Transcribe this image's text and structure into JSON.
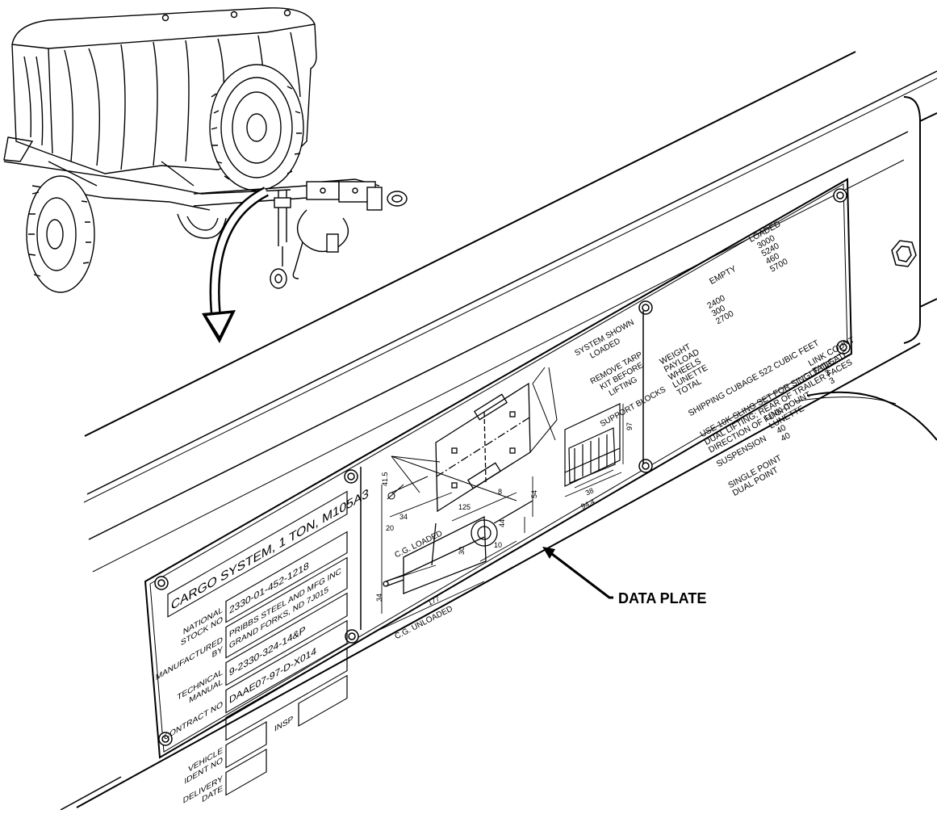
{
  "callout": {
    "label": "DATA PLATE"
  },
  "left_panel": {
    "title": "CARGO SYSTEM, 1 TON, M105A3",
    "rows": [
      {
        "label_line1": "NATIONAL",
        "label_line2": "STOCK NO",
        "value_line1": "2330-01-452-1218",
        "value_line2": ""
      },
      {
        "label_line1": "MANUFACTURED",
        "label_line2": "BY",
        "value_line1": "PRIBBS STEEL AND MFG INC",
        "value_line2": "GRAND FORKS, ND 7J015"
      },
      {
        "label_line1": "TECHNICAL",
        "label_line2": "MANUAL",
        "value_line1": "9-2330-324-14&P",
        "value_line2": ""
      },
      {
        "label_line1": "CONTRACT NO",
        "label_line2": "",
        "value_line1": "DAAE07-97-D-X014",
        "value_line2": ""
      },
      {
        "label_line1": "VEHICLE",
        "label_line2": "IDENT NO",
        "value_line1": "",
        "value_line2": ""
      },
      {
        "label_line1": "DELIVERY",
        "label_line2": "DATE",
        "value_line1": "",
        "value_line2": ""
      }
    ],
    "insp_label": "INSP"
  },
  "middle_panel": {
    "notes": [
      "SYSTEM SHOWN",
      "LOADED",
      "REMOVE TARP",
      "KIT BEFORE",
      "LIFTING",
      "SUPPORT BLOCKS"
    ],
    "cg_loaded": "C.G. LOADED",
    "cg_unloaded": "C.G. UNLOADED",
    "dimensions": [
      "41.5",
      "20",
      "34",
      "125",
      "8",
      "54",
      "44",
      "30",
      "10",
      "177",
      "34",
      "97",
      "38",
      "94.4"
    ]
  },
  "right_panel": {
    "header_empty": "EMPTY",
    "header_loaded": "LOADED",
    "weights": [
      {
        "label": "WEIGHT",
        "empty": "2400",
        "loaded": "3000"
      },
      {
        "label": "PAYLOAD",
        "empty": "300",
        "loaded": "5240"
      },
      {
        "label": "WHEELS",
        "empty": "2700",
        "loaded": "460"
      },
      {
        "label": "LUNETTE",
        "empty": "",
        "loaded": "5700"
      },
      {
        "label": "TOTAL",
        "empty": "",
        "loaded": ""
      }
    ],
    "cubage": "SHIPPING CUBAGE   522 CUBIC FEET",
    "sling_lines": [
      "USE 10K SLING SET FOR SINGLE OR",
      "DUAL LIFTING; REAR OF TRAILER FACES",
      "DIRECTION OF FLIGHT"
    ],
    "link_header_1": "LINK COUNT",
    "link_header_2": "LINK COUNT",
    "link_sub_1": "LUNETTE",
    "link_sub_2": "TAILGATE",
    "suspension_label": "SUSPENSION",
    "suspensions": [
      {
        "label": "SINGLE POINT",
        "lunette": "40",
        "tailgate": "3"
      },
      {
        "label": "DUAL POINT",
        "lunette": "40",
        "tailgate": "3"
      }
    ]
  }
}
